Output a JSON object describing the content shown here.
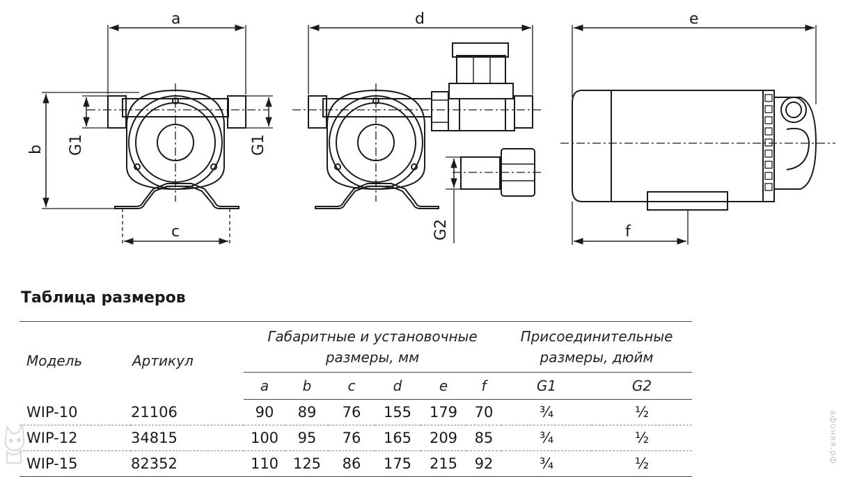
{
  "diagram": {
    "labels": {
      "a": "a",
      "b": "b",
      "c": "c",
      "d": "d",
      "e": "e",
      "f": "f",
      "g1_left": "G1",
      "g1_right": "G1",
      "g2": "G2"
    }
  },
  "table": {
    "title": "Таблица размеров",
    "headers": {
      "model": "Модель",
      "article": "Артикул",
      "overall_group": "Габаритные и установочные размеры, мм",
      "connection_group": "Присоединительные размеры, дюйм",
      "columns": [
        "a",
        "b",
        "c",
        "d",
        "e",
        "f",
        "G1",
        "G2"
      ]
    },
    "rows": [
      {
        "model": "WIP-10",
        "article": "21106",
        "a": "90",
        "b": "89",
        "c": "76",
        "d": "155",
        "e": "179",
        "f": "70",
        "g1": "¾",
        "g2": "½"
      },
      {
        "model": "WIP-12",
        "article": "34815",
        "a": "100",
        "b": "95",
        "c": "76",
        "d": "165",
        "e": "209",
        "f": "85",
        "g1": "¾",
        "g2": "½"
      },
      {
        "model": "WIP-15",
        "article": "82352",
        "a": "110",
        "b": "125",
        "c": "86",
        "d": "175",
        "e": "215",
        "f": "92",
        "g1": "¾",
        "g2": "½"
      }
    ]
  },
  "watermark": {
    "text": "афоняя.рф",
    "icon": "cat-mascot-icon"
  },
  "colors": {
    "line": "#1a1a1a",
    "watermark": "#c8c8c8"
  }
}
